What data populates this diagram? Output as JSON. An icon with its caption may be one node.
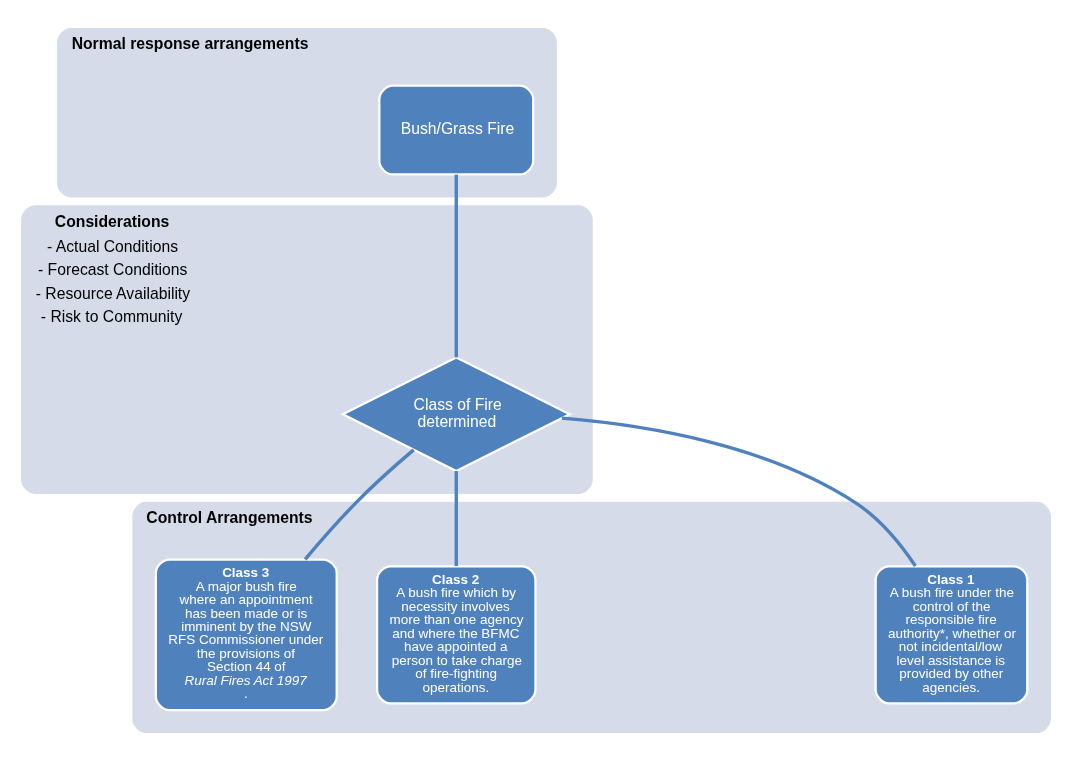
{
  "diagram": {
    "nodes": [
      {
        "text": [
          "Normal response arrangements"
        ]
      },
      {
        "text": [
          "Bush/Grass Fire"
        ],
        "in": 0
      },
      {
        "text": [
          "Considerations",
          "- Actual Conditions",
          "- Forecast Conditions",
          "- Resource Availability",
          "- Risk to Community"
        ]
      },
      {
        "text": [
          "Class of Fire determined"
        ],
        "in": 2
      },
      {
        "text": [
          "Control Arrangements"
        ]
      },
      {
        "text": [
          "Class 1",
          "A bush fire under the control of the responsible fire authority*, whether or not incidental/low level assistance is provided by other agencies."
        ],
        "in": 4
      },
      {
        "text": [
          "Class 2",
          "A bush fire which by necessity involves more than one agency and where the BFMC have appointed a person to take charge of fire-fighting operations."
        ],
        "in": 4
      },
      {
        "text": [
          "Class 3",
          "A major bush fire where an appointment has been made or is imminent by the NSW RFS Commissioner under the provisions of Section 44 of *Rural Fires Act 1997* ."
        ],
        "in": 4
      }
    ],
    "edges": [
      {
        "from": 1,
        "to": 3,
        "arrow": "none"
      },
      {
        "from": 3,
        "to": 5,
        "arrow": "none"
      },
      {
        "from": 3,
        "to": 6,
        "arrow": "none"
      },
      {
        "from": 3,
        "to": 7,
        "arrow": "none"
      }
    ]
  }
}
